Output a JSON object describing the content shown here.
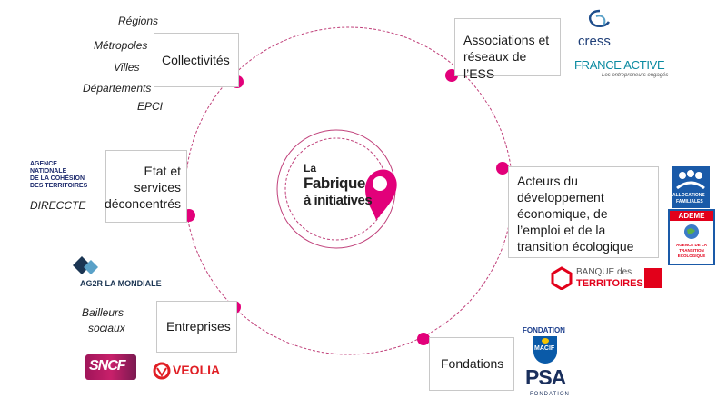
{
  "colors": {
    "accent": "#e2007a",
    "ring": "#c0407a",
    "box_border": "#c8c8c8"
  },
  "center": {
    "line1": "La",
    "line2": "Fabrique",
    "line3": "à initiatives"
  },
  "nodes": {
    "collectivites": {
      "label": "Collectivités",
      "items": [
        "Régions",
        "Métropoles",
        "Villes",
        "Départements",
        "EPCI"
      ]
    },
    "etat": {
      "label_lines": [
        "Etat et",
        "services",
        "déconcentrés"
      ],
      "extras": [
        "DIRECCTE"
      ]
    },
    "entreprises": {
      "label": "Entreprises"
    },
    "associations": {
      "label_lines": [
        "Associations et",
        "réseaux de l’ESS"
      ]
    },
    "acteurs": {
      "label_lines": [
        "Acteurs du",
        "développement",
        "économique, de",
        "l’emploi et de la",
        "transition écologique"
      ]
    },
    "fondations": {
      "label": "Fondations"
    },
    "bailleurs": {
      "label_lines": [
        "Bailleurs",
        "sociaux"
      ]
    }
  },
  "logos": {
    "anct": {
      "lines": [
        "AGENCE",
        "NATIONALE",
        "DE LA COHÉSION",
        "DES TERRITOIRES"
      ]
    },
    "ag2r": {
      "text": "AG2R LA MONDIALE"
    },
    "sncf": {
      "text": "SNCF"
    },
    "veolia": {
      "text": "VEOLIA"
    },
    "cress": {
      "text": "cress"
    },
    "franceactive": {
      "text": "FRANCE ACTIVE",
      "tagline": "Les entrepreneurs engagés"
    },
    "caf": {
      "lines": [
        "ALLOCATIONS",
        "FAMILIALES"
      ]
    },
    "ademe": {
      "title": "ADEME",
      "lines": [
        "AGENCE DE LA",
        "TRANSITION",
        "ÉCOLOGIQUE"
      ]
    },
    "banque": {
      "line1": "BANQUE des",
      "line2": "TERRITOIRES"
    },
    "macif": {
      "top": "FONDATION",
      "text": "MACIF"
    },
    "psa": {
      "text": "PSA",
      "sub": "FONDATION"
    }
  }
}
